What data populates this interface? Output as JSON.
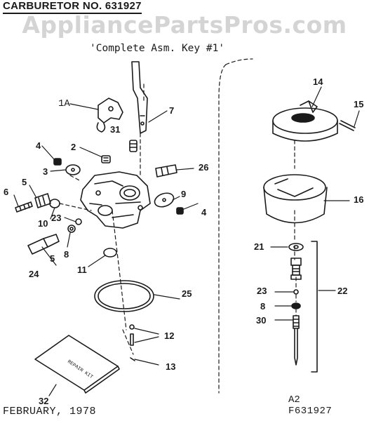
{
  "header": {
    "title": "CARBURETOR NO. 631927",
    "watermark": "AppliancePartsPros.com"
  },
  "diagram": {
    "subtitle": "'Complete Asm. Key #1'",
    "callouts": {
      "c1A": "1A",
      "c2": "2",
      "c3": "3",
      "c4a": "4",
      "c4b": "4",
      "c5a": "5",
      "c5b": "5",
      "c6": "6",
      "c7": "7",
      "c8a": "8",
      "c8b": "8",
      "c9": "9",
      "c10": "10",
      "c11": "11",
      "c12": "12",
      "c13": "13",
      "c14": "14",
      "c15": "15",
      "c16": "16",
      "c21": "21",
      "c22": "22",
      "c23a": "23",
      "c23b": "23",
      "c24": "24",
      "c25": "25",
      "c26": "26",
      "c30": "30",
      "c31": "31",
      "c32": "32"
    },
    "repair_kit_label": "REPAIR KIT"
  },
  "footer": {
    "date": "FEBRUARY, 1978",
    "sheet": "A2",
    "code": "F631927"
  }
}
